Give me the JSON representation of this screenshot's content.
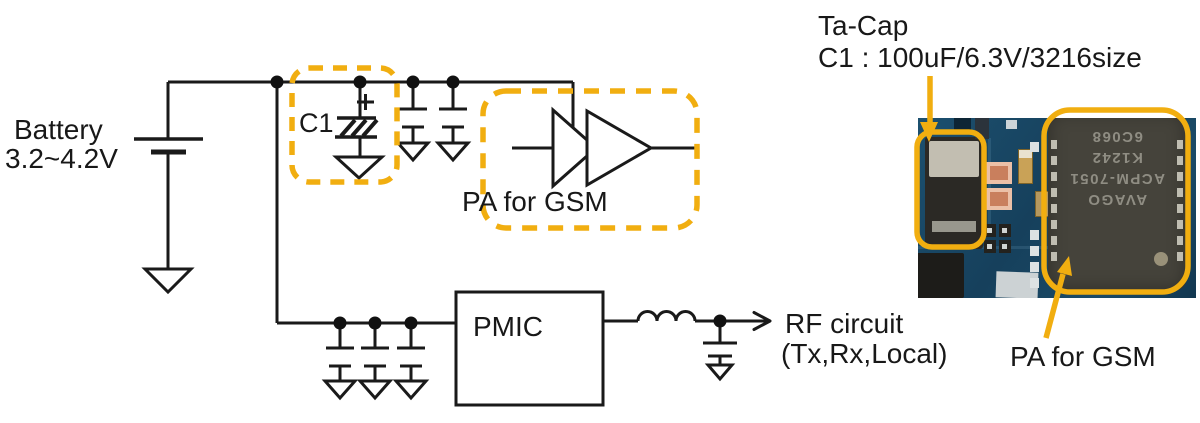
{
  "colors": {
    "accent": "#F1AE10",
    "line": "#1a1a1a",
    "pcb_blue": "#17455F",
    "chip_gray": "#45433B"
  },
  "schematic": {
    "battery": {
      "label": "Battery",
      "voltage": "3.2~4.2V"
    },
    "c1": {
      "label": "C1"
    },
    "pa": {
      "label": "PA for GSM"
    },
    "pmic": {
      "label": "PMIC"
    },
    "rf": {
      "line1": "RF circuit",
      "line2": "(Tx,Rx,Local)"
    }
  },
  "annotation": {
    "title": "Ta-Cap",
    "spec": "C1 : 100uF/6.3V/3216size"
  },
  "photo": {
    "pa_label": "PA for GSM",
    "chip_lines": [
      "AVAGO",
      "ACPM-7051",
      "K1242",
      "6C068"
    ]
  }
}
